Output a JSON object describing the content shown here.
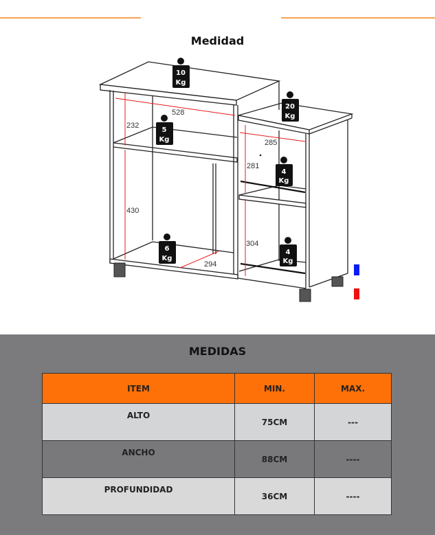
{
  "diagram": {
    "title": "Medidad",
    "weights": [
      "10\nKg",
      "5\nKg",
      "20\nKg",
      "4\nKg",
      "6\nKg",
      "4\nKg"
    ],
    "weight_labels": {
      "w10": [
        "10",
        "Kg"
      ],
      "w5": [
        "5",
        "Kg"
      ],
      "w20": [
        "20",
        "Kg"
      ],
      "w4a": [
        "4",
        "Kg"
      ],
      "w6": [
        "6",
        "Kg"
      ],
      "w4b": [
        "4",
        "Kg"
      ]
    },
    "dimensions": {
      "d528": "528",
      "d232": "232",
      "d285": "285",
      "d281": "281",
      "d430": "430",
      "d304": "304",
      "d294": "294"
    },
    "swatch_colors": [
      "#0a1cf5",
      "#f01010"
    ]
  },
  "medidas": {
    "title": "MEDIDAS",
    "headers": [
      "ITEM",
      "MIN.",
      "MAX."
    ],
    "rows": [
      {
        "item": "ALTO",
        "min": "75CM",
        "max": "---"
      },
      {
        "item": "ANCHO",
        "min": "88CM",
        "max": "----"
      },
      {
        "item": "PROFUNDIDAD",
        "min": "36CM",
        "max": "----"
      }
    ]
  },
  "colors": {
    "accent": "#fe7108",
    "background_gray": "#7b7a7d"
  }
}
